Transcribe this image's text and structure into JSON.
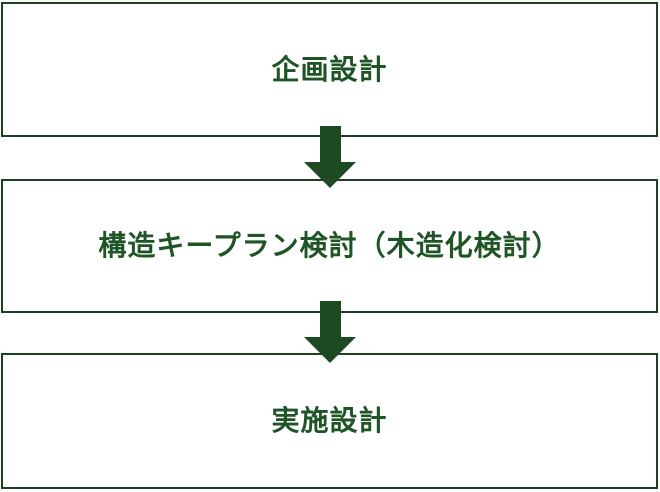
{
  "diagram": {
    "type": "flowchart",
    "direction": "top-down",
    "steps": [
      {
        "id": "planning-design",
        "label": "企画設計"
      },
      {
        "id": "structural-key-plan-review",
        "label": "構造キープラン検討（木造化検討）"
      },
      {
        "id": "implementation-design",
        "label": "実施設計"
      }
    ],
    "connectors": [
      {
        "from": 0,
        "to": 1,
        "shape": "down-block-arrow"
      },
      {
        "from": 1,
        "to": 2,
        "shape": "down-block-arrow"
      }
    ],
    "colors": {
      "box_border": "#1c4220",
      "box_background": "#ffffff",
      "text": "#1f5426",
      "arrow": "#1e4a23",
      "page_background": "#ffffff"
    }
  }
}
